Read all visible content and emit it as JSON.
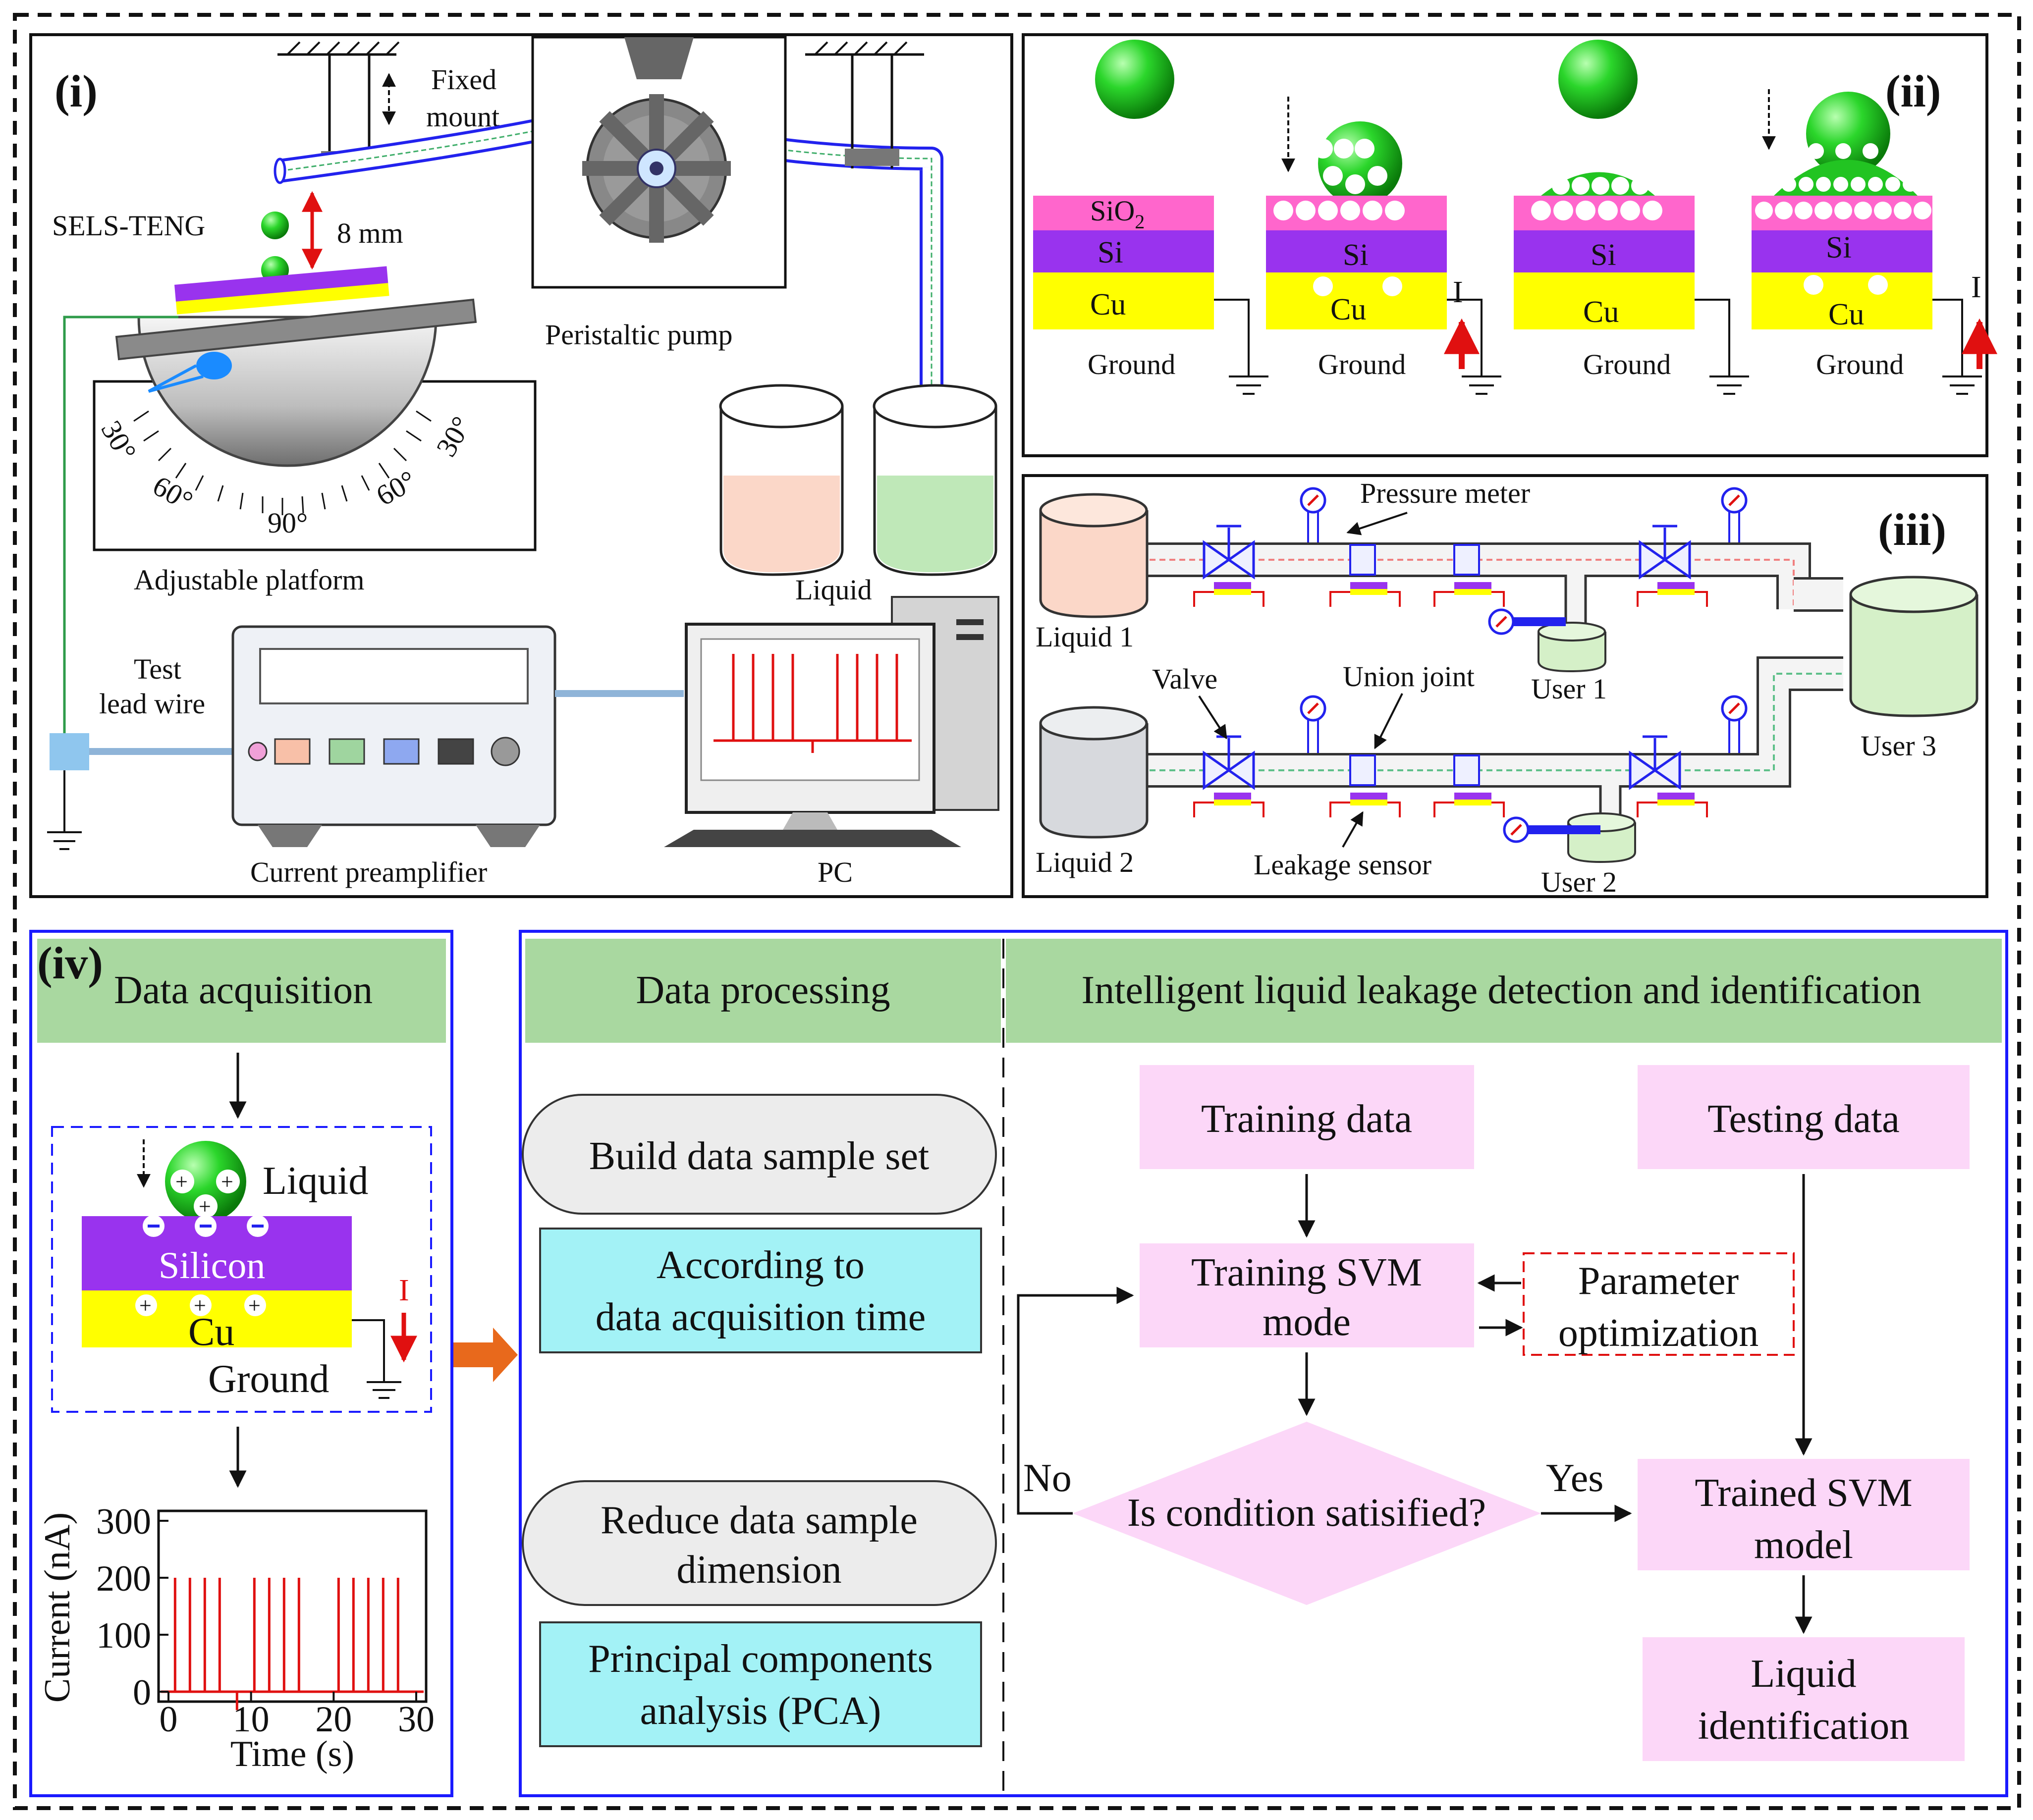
{
  "panel_i": {
    "label": "(i)",
    "fixed_mount_1": "Fixed",
    "fixed_mount_2": "mount",
    "device": "SELS-TENG",
    "distance": "8 mm",
    "pump": "Peristaltic pump",
    "platform": "Adjustable platform",
    "angle_30_left": "30°",
    "angle_60_left": "60°",
    "angle_90": "90°",
    "angle_60_right": "60°",
    "angle_30_right": "30°",
    "liquid": "Liquid",
    "test_wire_1": "Test",
    "test_wire_2": "lead wire",
    "preamp": "Current preamplifier",
    "pc": "PC"
  },
  "panel_ii": {
    "label": "(ii)",
    "layer_sio2": "SiO",
    "layer_sio2_sub": "2",
    "layer_si": "Si",
    "layer_cu": "Cu",
    "ground": "Ground",
    "current": "I",
    "colors": {
      "drop": "#22c422",
      "sio2": "#ff66cc",
      "si": "#9933ee",
      "cu": "#ffff00",
      "arrow": "#e01010"
    }
  },
  "panel_iii": {
    "label": "(iii)",
    "pressure_meter": "Pressure meter",
    "liquid_1": "Liquid 1",
    "liquid_2": "Liquid 2",
    "user_1": "User 1",
    "user_2": "User 2",
    "user_3": "User 3",
    "valve": "Valve",
    "union_joint": "Union joint",
    "leakage_sensor": "Leakage sensor"
  },
  "panel_iv": {
    "label": "(iv)",
    "data_acquisition": "Data acquisition",
    "liquid": "Liquid",
    "silicon": "Silicon",
    "cu": "Cu",
    "ground": "Ground",
    "current": "I",
    "data_processing": "Data processing",
    "detection_header": "Intelligent liquid leakage detection and identification",
    "build_set": "Build data sample set",
    "acq_time_1": "According to",
    "acq_time_2": "data acquisition time",
    "reduce_1": "Reduce data sample",
    "reduce_2": "dimension",
    "pca_1": "Principal components",
    "pca_2": "analysis (PCA)",
    "training_data": "Training data",
    "testing_data": "Testing data",
    "training_svm_1": "Training SVM",
    "training_svm_2": "mode",
    "param_opt_1": "Parameter",
    "param_opt_2": "optimization",
    "condition": "Is  condition satisified?",
    "no": "No",
    "yes": "Yes",
    "trained_svm_1": "Trained SVM",
    "trained_svm_2": "model",
    "liquid_id_1": "Liquid",
    "liquid_id_2": "identification",
    "colors": {
      "header": "#a9d8a0",
      "pink": "#fcd7f8",
      "cyan": "#a3f2f6",
      "gray": "#ececec",
      "frame": "#1a1aff"
    }
  },
  "chart_data": {
    "type": "line",
    "xlabel": "Time (s)",
    "ylabel": "Current (nA)",
    "xlim": [
      0,
      30
    ],
    "ylim": [
      0,
      300
    ],
    "xticks": [
      "0",
      "10",
      "20",
      "30"
    ],
    "yticks": [
      "0",
      "100",
      "200",
      "300"
    ],
    "peaks_x": [
      0.8,
      2.6,
      4.4,
      6.2,
      10.4,
      12.2,
      14.0,
      15.8,
      20.6,
      22.4,
      24.2,
      26.0,
      27.8
    ],
    "peak_value": 200,
    "negative_spike": {
      "x": 8.3,
      "value": -15
    },
    "baseline": 0,
    "color": "#e01010"
  }
}
